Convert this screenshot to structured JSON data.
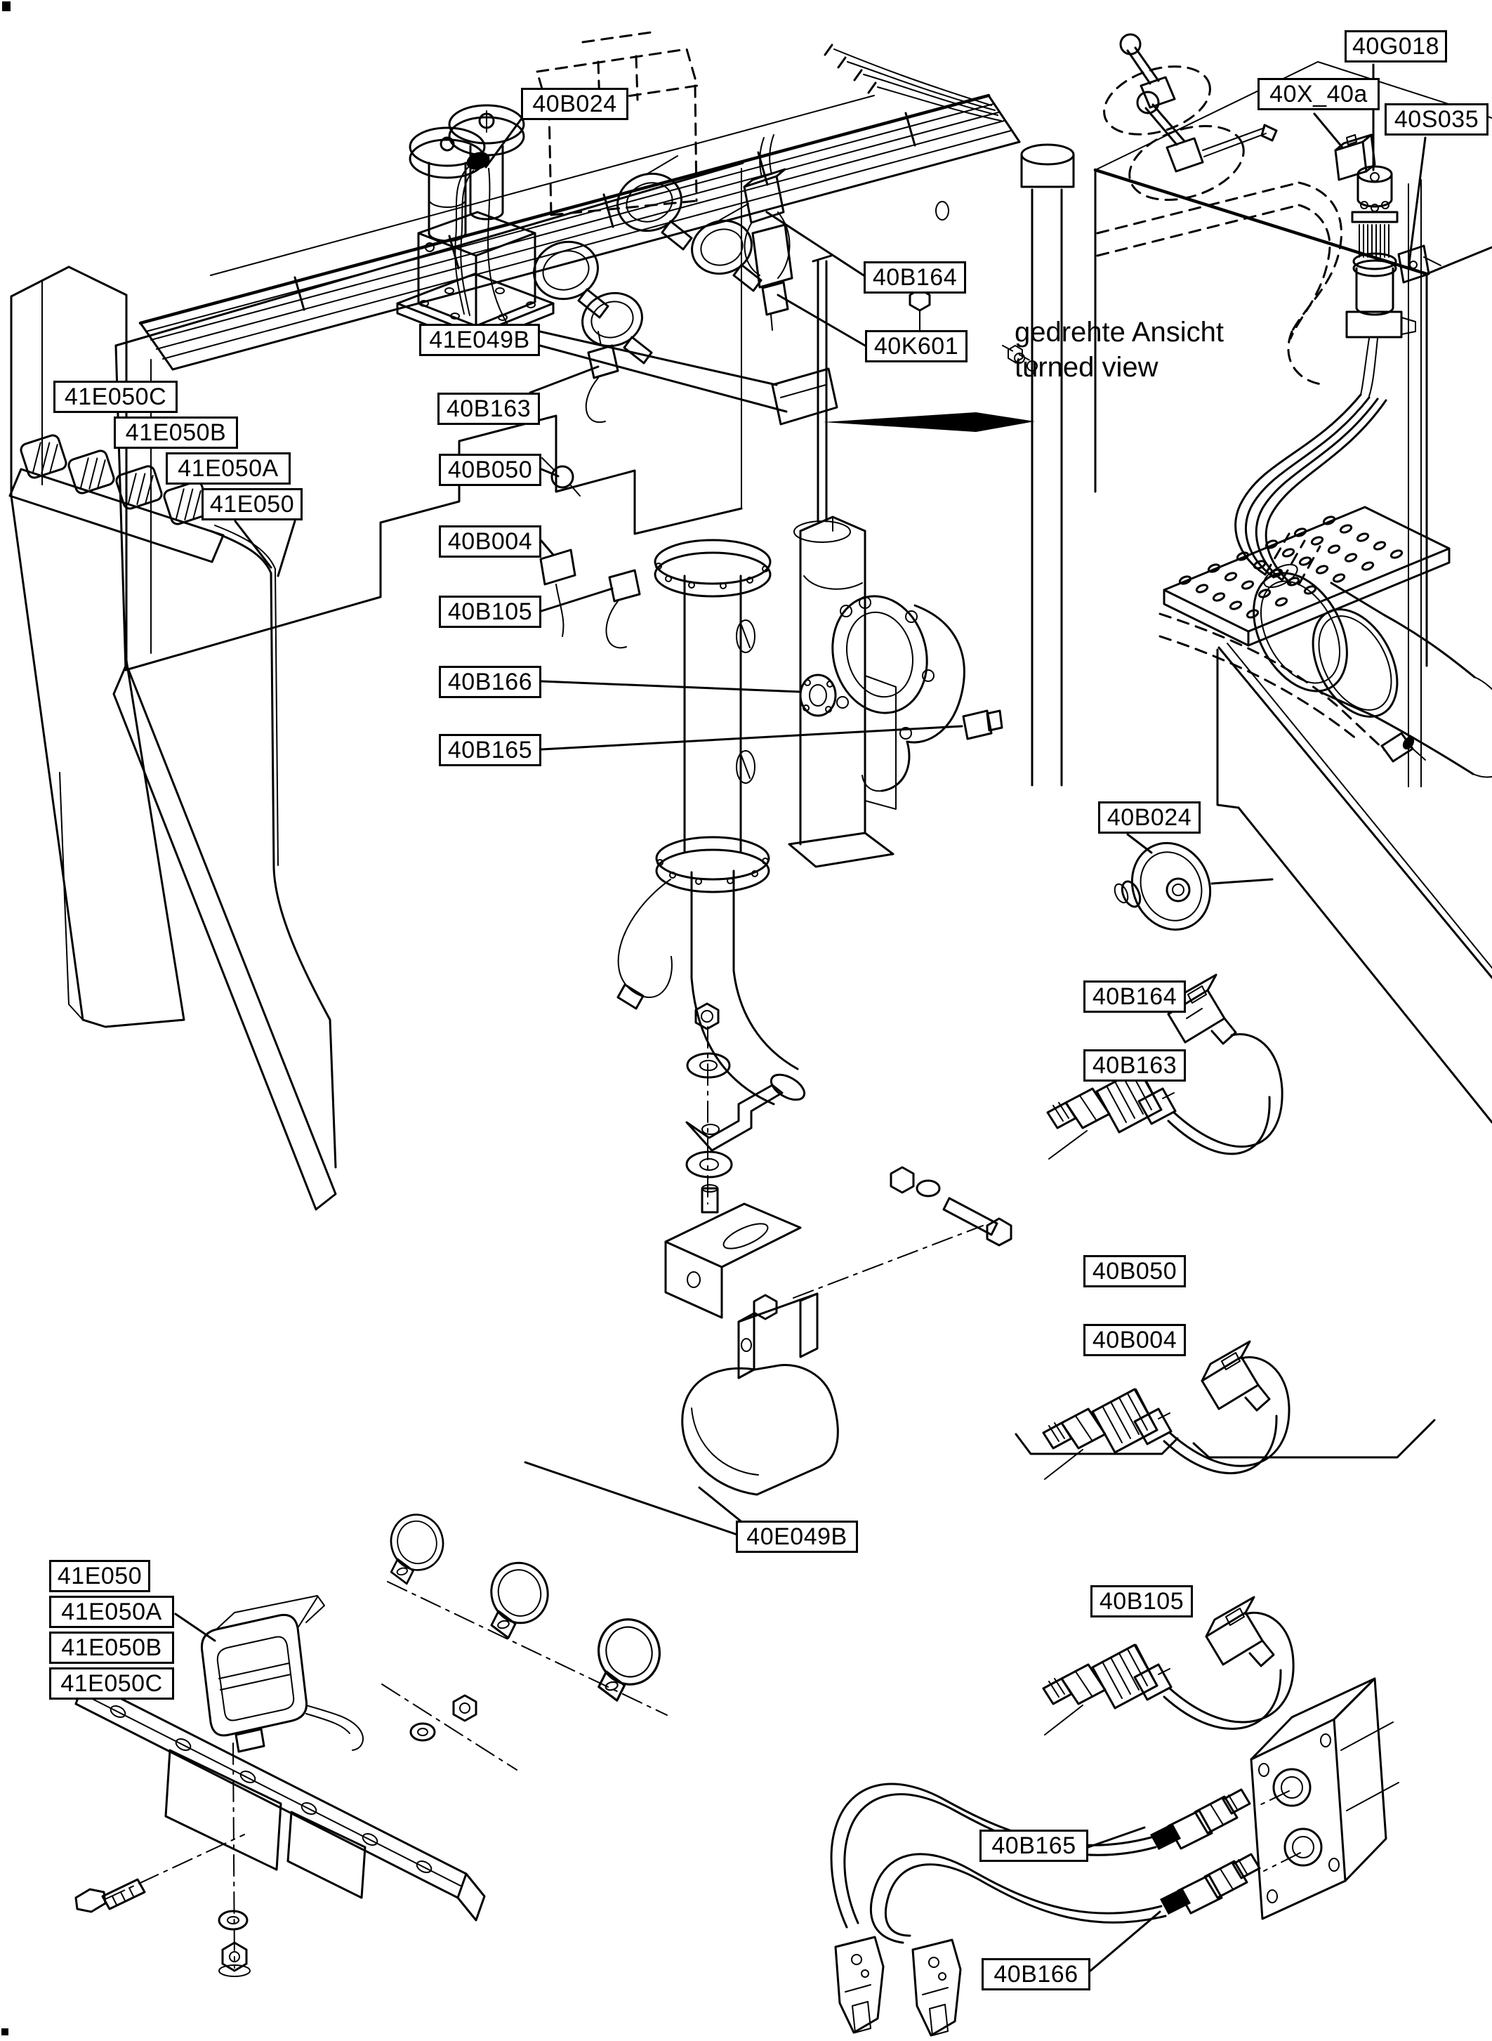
{
  "page": {
    "background": "#ffffff",
    "line_color": "#000000"
  },
  "note": {
    "line1": "gedrehte Ansicht",
    "line2": "turned view"
  },
  "labels": [
    {
      "id": "40B024-main",
      "text": "40B024"
    },
    {
      "id": "40G018",
      "text": "40G018"
    },
    {
      "id": "40X_40a",
      "text": "40X_40a"
    },
    {
      "id": "40S035",
      "text": "40S035"
    },
    {
      "id": "40B164-main",
      "text": "40B164"
    },
    {
      "id": "40K601",
      "text": "40K601"
    },
    {
      "id": "41E049B",
      "text": "41E049B"
    },
    {
      "id": "40B163-main",
      "text": "40B163"
    },
    {
      "id": "41E050C-main",
      "text": "41E050C"
    },
    {
      "id": "41E050B-main",
      "text": "41E050B"
    },
    {
      "id": "41E050A-main",
      "text": "41E050A"
    },
    {
      "id": "41E050-main",
      "text": "41E050"
    },
    {
      "id": "40B050-main",
      "text": "40B050"
    },
    {
      "id": "40B004-main",
      "text": "40B004"
    },
    {
      "id": "40B105-main",
      "text": "40B105"
    },
    {
      "id": "40B166-main",
      "text": "40B166"
    },
    {
      "id": "40B165-main",
      "text": "40B165"
    },
    {
      "id": "40B024-detail",
      "text": "40B024"
    },
    {
      "id": "40B164-detail",
      "text": "40B164"
    },
    {
      "id": "40B163-detail",
      "text": "40B163"
    },
    {
      "id": "40B050-detail",
      "text": "40B050"
    },
    {
      "id": "40B004-detail",
      "text": "40B004"
    },
    {
      "id": "40E049B-detail",
      "text": "40E049B"
    },
    {
      "id": "41E050-detail",
      "text": "41E050"
    },
    {
      "id": "41E050A-detail",
      "text": "41E050A"
    },
    {
      "id": "41E050B-detail",
      "text": "41E050B"
    },
    {
      "id": "41E050C-detail",
      "text": "41E050C"
    },
    {
      "id": "40B105-detail",
      "text": "40B105"
    },
    {
      "id": "40B165-detail",
      "text": "40B165"
    },
    {
      "id": "40B166-detail",
      "text": "40B166"
    }
  ]
}
